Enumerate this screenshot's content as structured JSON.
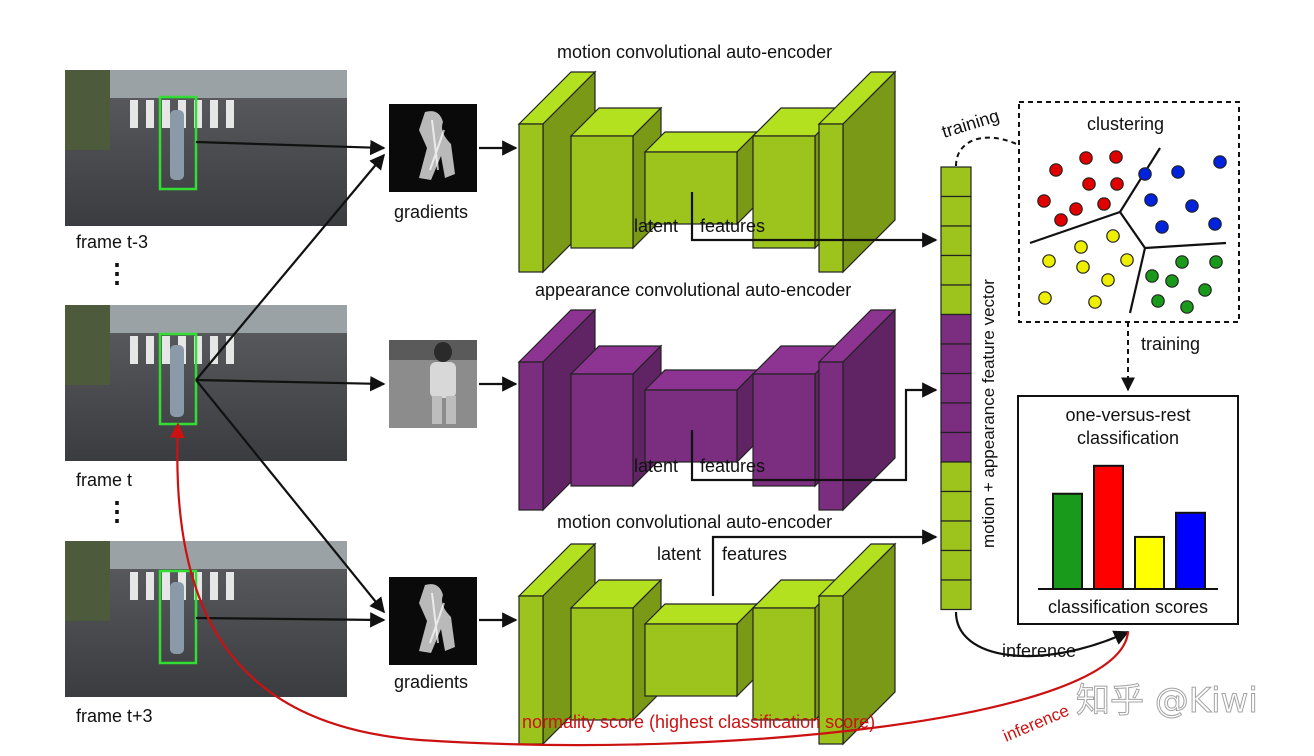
{
  "frames": [
    {
      "label": "frame t-3"
    },
    {
      "label": "frame t"
    },
    {
      "label": "frame t+3"
    }
  ],
  "dots": "⋮",
  "encoders": {
    "motion_top": {
      "title": "motion convolutional auto-encoder",
      "latent": "latent",
      "features": "features",
      "input_label": "gradients"
    },
    "appearance": {
      "title": "appearance convolutional auto-encoder",
      "latent": "latent",
      "features": "features"
    },
    "motion_bottom": {
      "title": "motion convolutional auto-encoder",
      "latent": "latent",
      "features": "features",
      "input_label": "gradients"
    }
  },
  "feature_vector": {
    "label": "motion + appearance feature vector"
  },
  "training_labels": {
    "top": "training",
    "bottom": "training"
  },
  "clustering": {
    "title": "clustering"
  },
  "classification": {
    "title_line1": "one-versus-rest",
    "title_line2": "classification",
    "scores_label": "classification scores",
    "bars": [
      {
        "value": 0.75,
        "color": "#1a9a1a"
      },
      {
        "value": 0.97,
        "color": "#ff0000"
      },
      {
        "value": 0.41,
        "color": "#ffff00"
      },
      {
        "value": 0.6,
        "color": "#0000ff"
      }
    ]
  },
  "inference_label": "inference",
  "inference_red_label": "inference",
  "normality_label": "normality score (highest classification score)",
  "watermark": "知乎 @Kiwi",
  "colors": {
    "motion_green": "#9cc41c",
    "appearance_purple": "#7b2d7f",
    "red_arrow": "#cc1111",
    "bbox_green": "#33dd33"
  }
}
